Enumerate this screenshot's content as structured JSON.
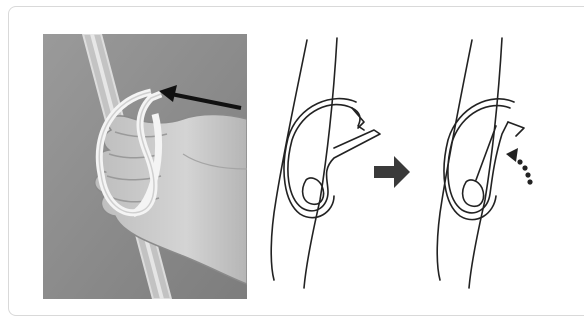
{
  "figure": {
    "panels": [
      {
        "id": "photo",
        "description_icon": "hand-clamping-tube-photo"
      },
      {
        "id": "clip-open",
        "description_icon": "tube-clip-open-icon"
      },
      {
        "id": "transition",
        "description_icon": "right-arrow-icon"
      },
      {
        "id": "clip-closed",
        "description_icon": "tube-clip-closed-icon"
      },
      {
        "id": "press-direction",
        "description_icon": "dotted-curved-arrow-icon"
      }
    ],
    "colors": {
      "photo_background": "#8f8f8f",
      "line_art": "#222222",
      "arrow_fill": "#3a3a3a"
    }
  }
}
